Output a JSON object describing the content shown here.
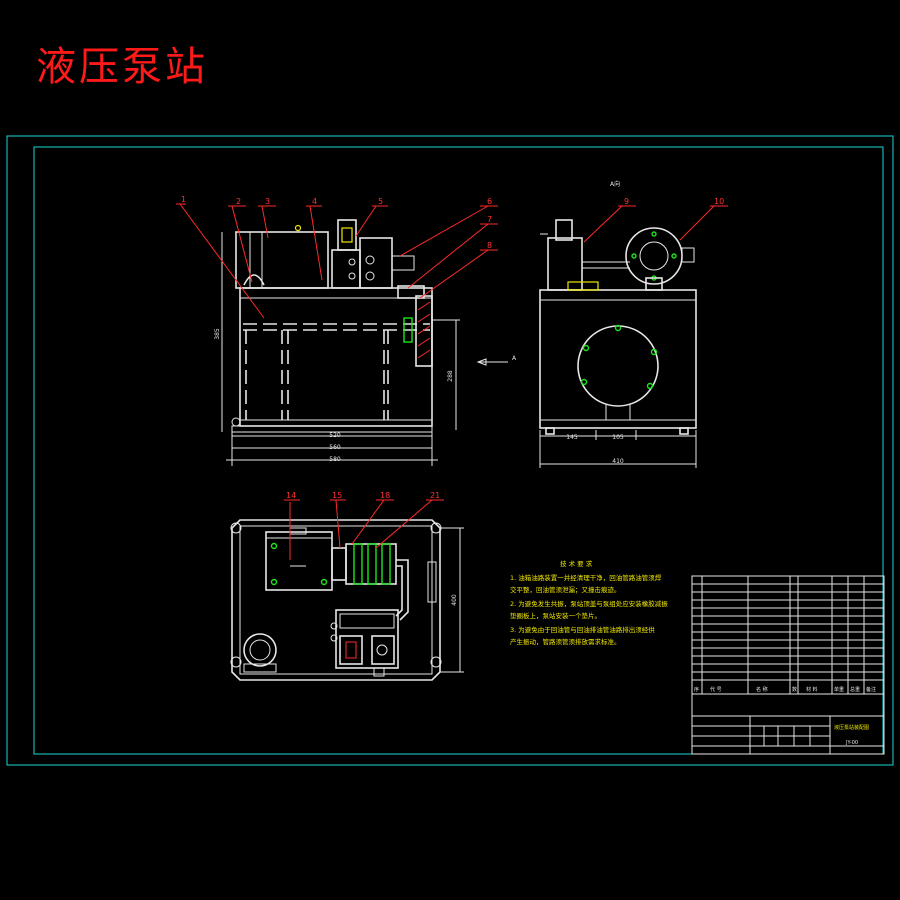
{
  "title": "液压泵站",
  "view_label": "A向",
  "arrow_label": "A",
  "part_labels": [
    "1",
    "2",
    "3",
    "4",
    "5",
    "6",
    "7",
    "8",
    "9",
    "10",
    "14",
    "15",
    "18",
    "21"
  ],
  "dimensions": {
    "front_width_inner": "520",
    "front_width_mid": "560",
    "front_width_outer": "580",
    "front_height": "385",
    "front_side_height": "288",
    "side_left": "145",
    "side_mid": "105",
    "side_total": "410",
    "plan_height": "400"
  },
  "tech_requirements": {
    "heading": "技 术 要 求",
    "items": [
      "1. 油箱油路装置一并经清理干净，回油管路油管须焊",
      "   交平整，回油管须泄漏；又撞击痕迹。",
      "2. 为避免发生共振，泵站顶盖与泵组处应安装橡胶减振",
      "   垫圈板上，泵站安装一个垫片。",
      "3. 为避免由于回油管与回油排油管油路排出须经供",
      "   产生振动，管路须管须排放需求标准。"
    ]
  },
  "title_block": {
    "drawing_name": "液压泵站装配图",
    "drawing_no": "JY-00",
    "header": [
      "序",
      "代  号",
      "名  称",
      "数",
      "材  料",
      "单重",
      "总重",
      "备注"
    ]
  }
}
